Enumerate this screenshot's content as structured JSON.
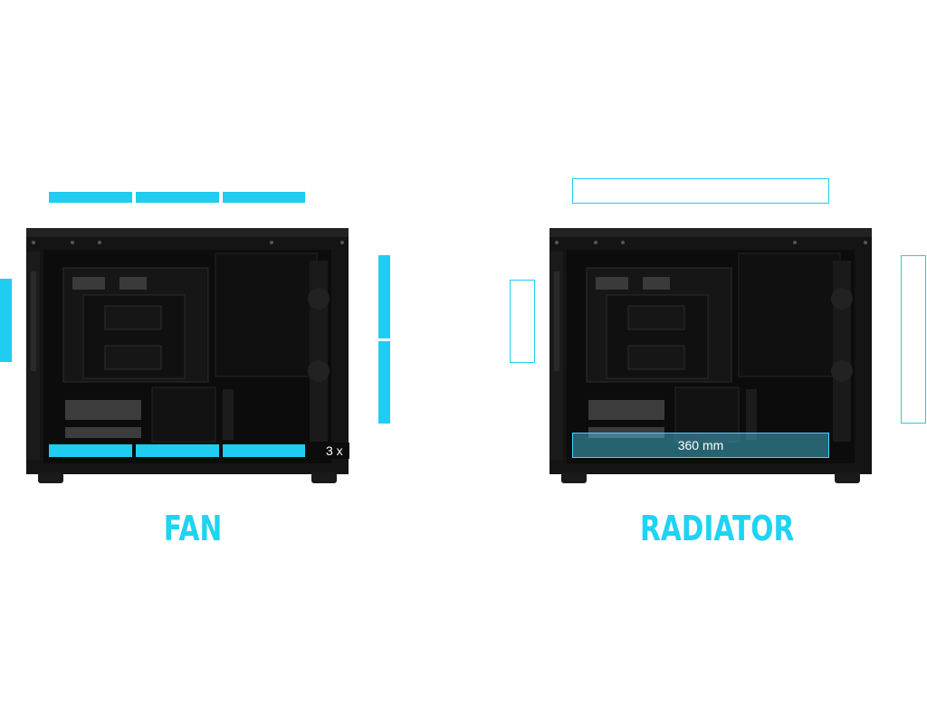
{
  "accent_color": "#1ecdf0",
  "panels": {
    "fan": {
      "title": "FAN",
      "badge": "3 x"
    },
    "radiator": {
      "title": "RADIATOR",
      "active_label": "360 mm"
    }
  }
}
